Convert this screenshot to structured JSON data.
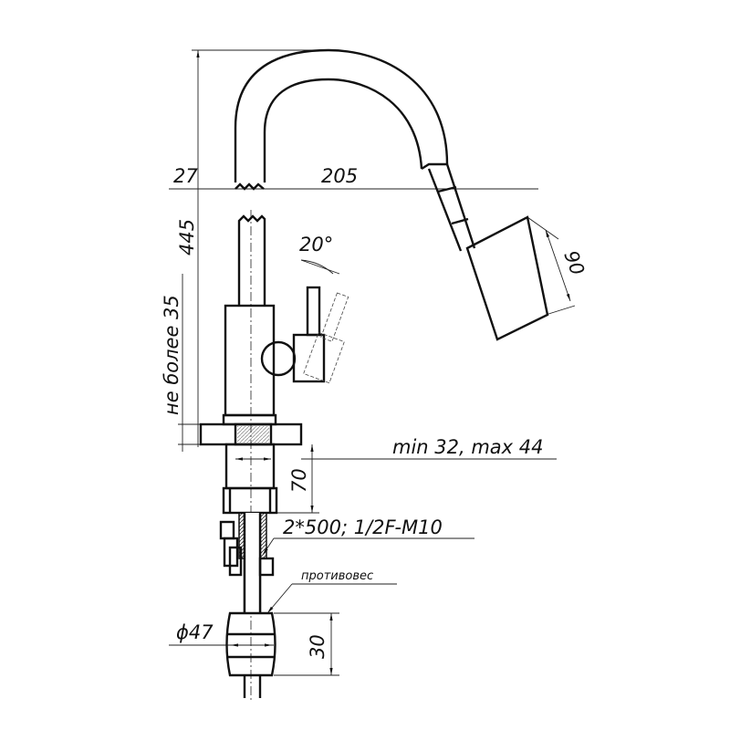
{
  "drawing": {
    "dim_offset": "27",
    "dim_reach": "205",
    "dim_height": "445",
    "dim_angle": "20°",
    "dim_head": "90",
    "dim_max_thickness": "не более 35",
    "dim_countertop": "min 32, max 44",
    "dim_shank": "70",
    "hoses": "2*500; 1/2F-M10",
    "counterweight": "противовес",
    "dim_weight_diameter": "ϕ47",
    "dim_weight_height": "30"
  }
}
